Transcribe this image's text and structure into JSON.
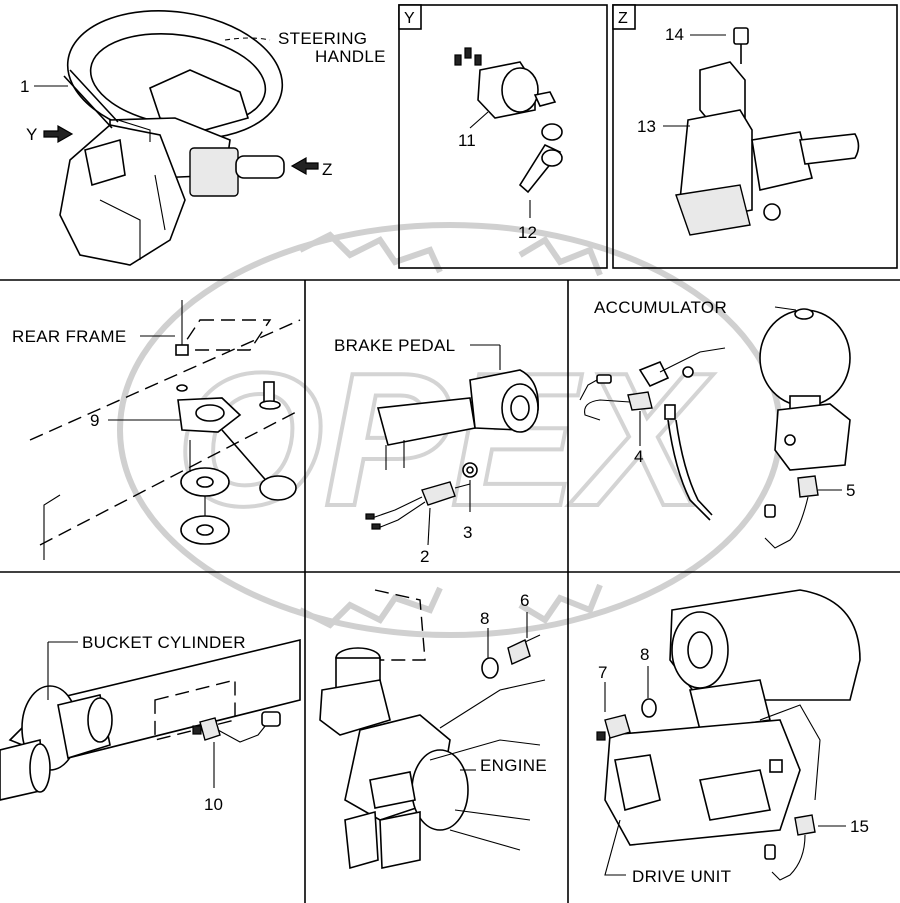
{
  "watermark": "OPEX",
  "panels": {
    "steering": {
      "label_line1": "STEERING",
      "label_line2": "HANDLE",
      "callout_1": "1",
      "view_y": "Y",
      "view_z": "Z"
    },
    "view_y": {
      "box_letter": "Y",
      "callout_11": "11",
      "callout_12": "12"
    },
    "view_z": {
      "box_letter": "Z",
      "callout_13": "13",
      "callout_14": "14"
    },
    "rear_frame": {
      "label": "REAR FRAME",
      "callout_9": "9"
    },
    "brake_pedal": {
      "label": "BRAKE PEDAL",
      "callout_2": "2",
      "callout_3": "3"
    },
    "accumulator": {
      "label": "ACCUMULATOR",
      "callout_4": "4",
      "callout_5": "5"
    },
    "bucket_cylinder": {
      "label": "BUCKET CYLINDER",
      "callout_10": "10"
    },
    "engine": {
      "label": "ENGINE",
      "callout_6": "6",
      "callout_8": "8"
    },
    "drive_unit": {
      "label": "DRIVE UNIT",
      "callout_7": "7",
      "callout_8": "8",
      "callout_15": "15"
    }
  }
}
